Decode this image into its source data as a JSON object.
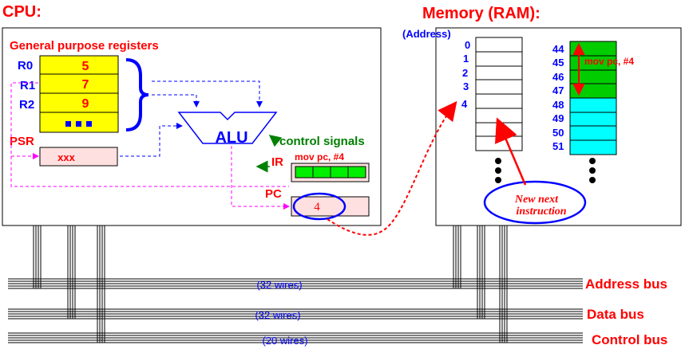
{
  "cpu": {
    "title": "CPU:",
    "gpr_label": "General purpose registers",
    "registers": [
      {
        "name": "R0",
        "value": "5"
      },
      {
        "name": "R1",
        "value": "7"
      },
      {
        "name": "R2",
        "value": "9"
      }
    ],
    "reg_more": "...",
    "alu_label": "ALU",
    "control_signals": "control signals",
    "psr_label": "PSR",
    "psr_value": "xxx",
    "ir_label": "IR",
    "ir_instruction": "mov pc, #4",
    "pc_label": "PC",
    "pc_value": "4"
  },
  "memory": {
    "title": "Memory (RAM):",
    "address_header": "(Address)",
    "left_addresses": [
      "0",
      "1",
      "2",
      "3",
      "4"
    ],
    "right_addresses": [
      "44",
      "45",
      "46",
      "47",
      "48",
      "49",
      "50",
      "51"
    ],
    "instruction_label": "mov pc, #4",
    "new_next_1": "New next",
    "new_next_2": "instruction"
  },
  "buses": [
    {
      "wires": "(32 wires)",
      "name": "Address bus"
    },
    {
      "wires": "(32 wires)",
      "name": "Data bus"
    },
    {
      "wires": "(20 wires)",
      "name": "Control bus"
    }
  ],
  "colors": {
    "accent_red": "#ff0000",
    "blue": "#0000ff",
    "green": "#008000",
    "register_yellow": "#ffff00",
    "pink": "#ffe0e0",
    "mem_green": "#00cc00",
    "mem_cyan": "#00ffff",
    "ir_green": "#00ee00"
  }
}
